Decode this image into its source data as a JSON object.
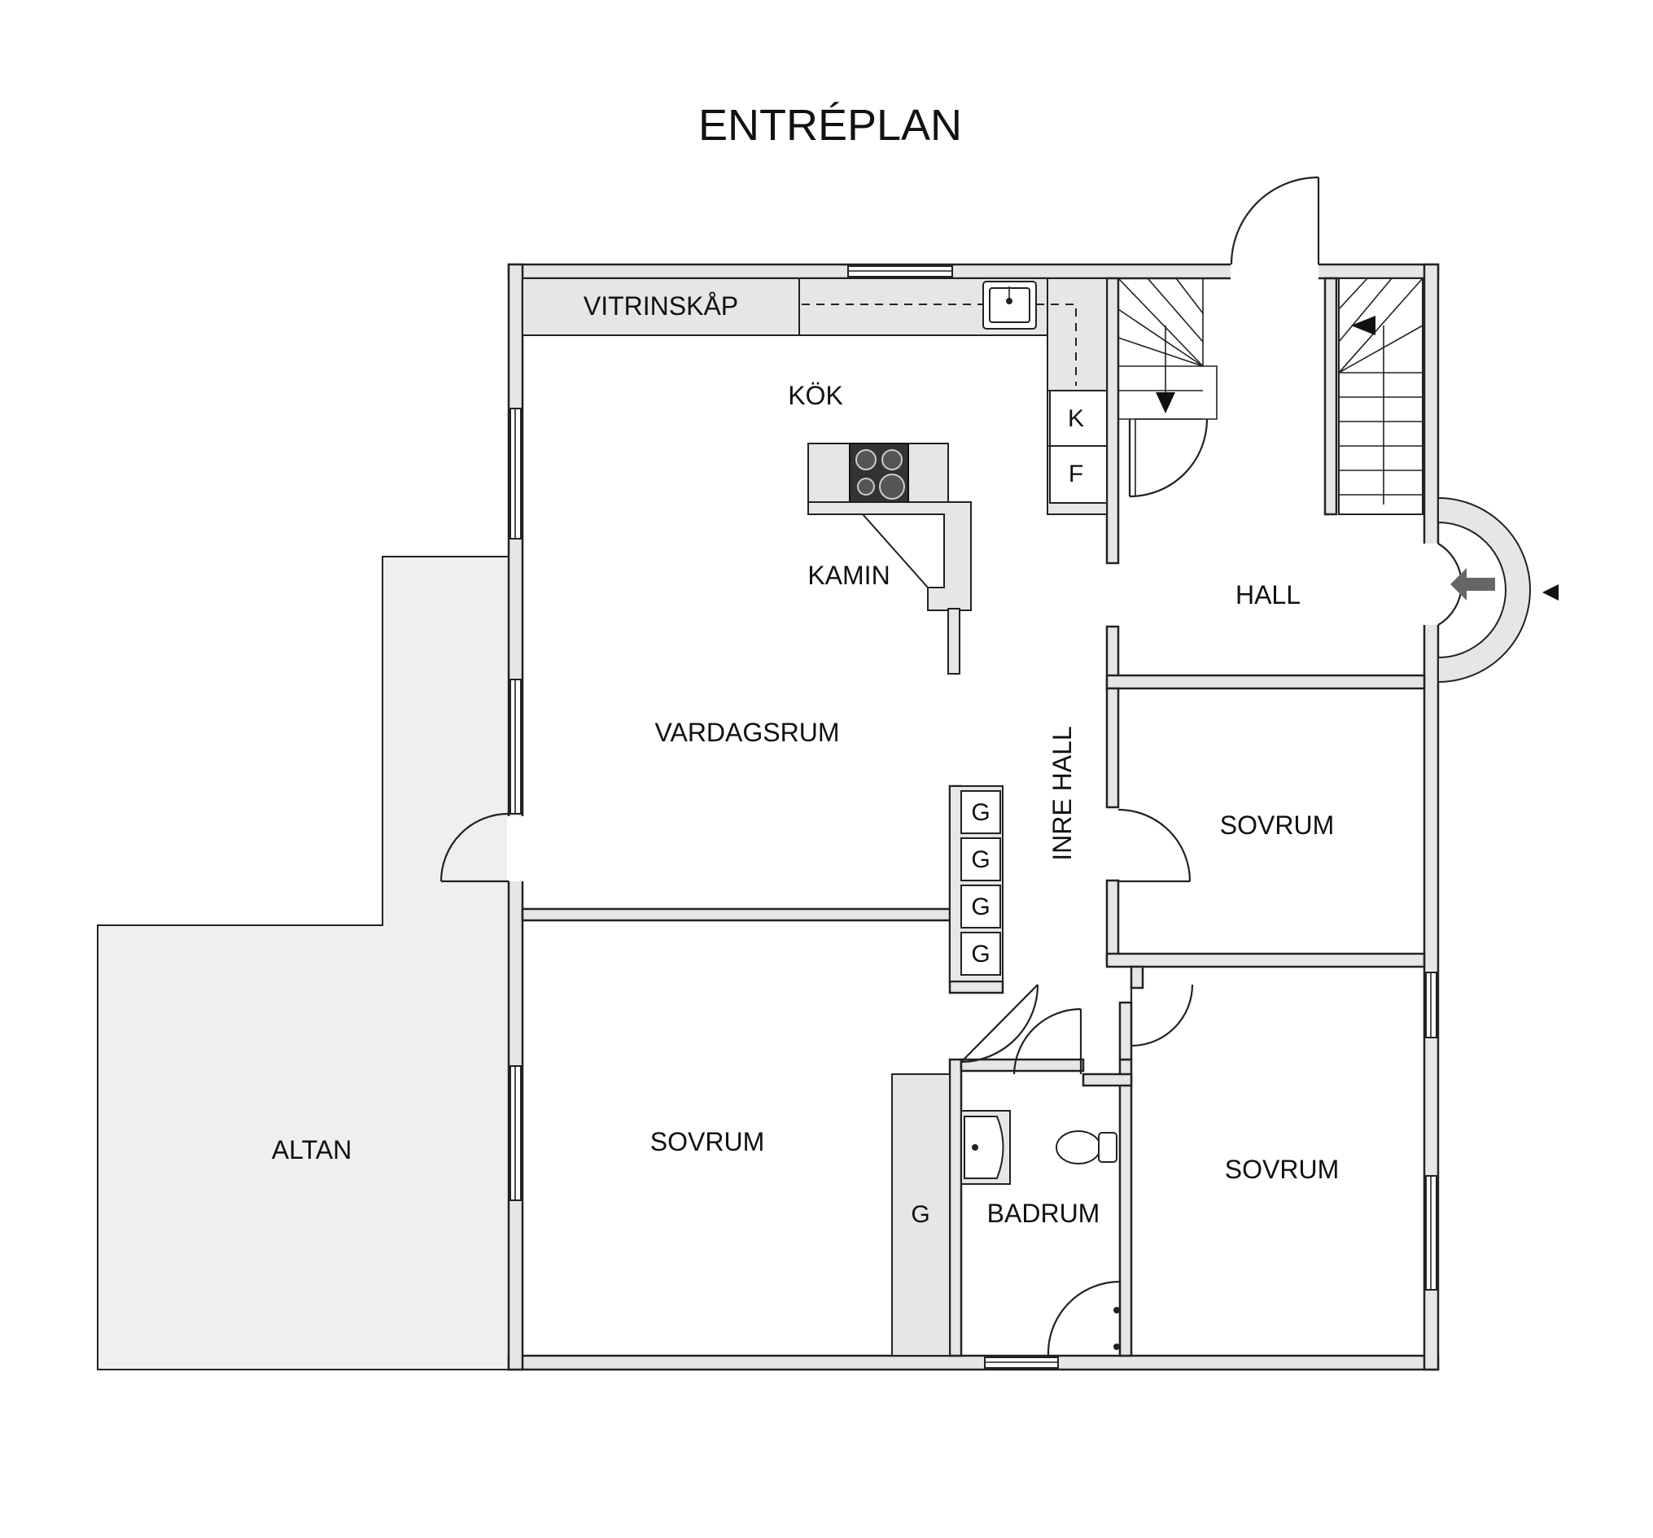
{
  "title": "ENTRÉPLAN",
  "rooms": {
    "vitrinskap": "VITRINSKÅP",
    "kok": "KÖK",
    "kamin": "KAMIN",
    "vardagsrum": "VARDAGSRUM",
    "hall": "HALL",
    "inre_hall": "INRE HALL",
    "sovrum_right_top": "SOVRUM",
    "sovrum_left": "SOVRUM",
    "sovrum_right_bottom": "SOVRUM",
    "badrum": "BADRUM",
    "altan": "ALTAN"
  },
  "fixtures": {
    "kyl": "K",
    "frys": "F",
    "garderob_1": "G",
    "garderob_2": "G",
    "garderob_3": "G",
    "garderob_4": "G",
    "garderob_bedroom": "G"
  },
  "colors": {
    "wall_fill": "#e6e6e6",
    "altan_fill": "#efefef",
    "line": "#222222",
    "stove": "#333333",
    "entry_arrow": "#666666"
  }
}
